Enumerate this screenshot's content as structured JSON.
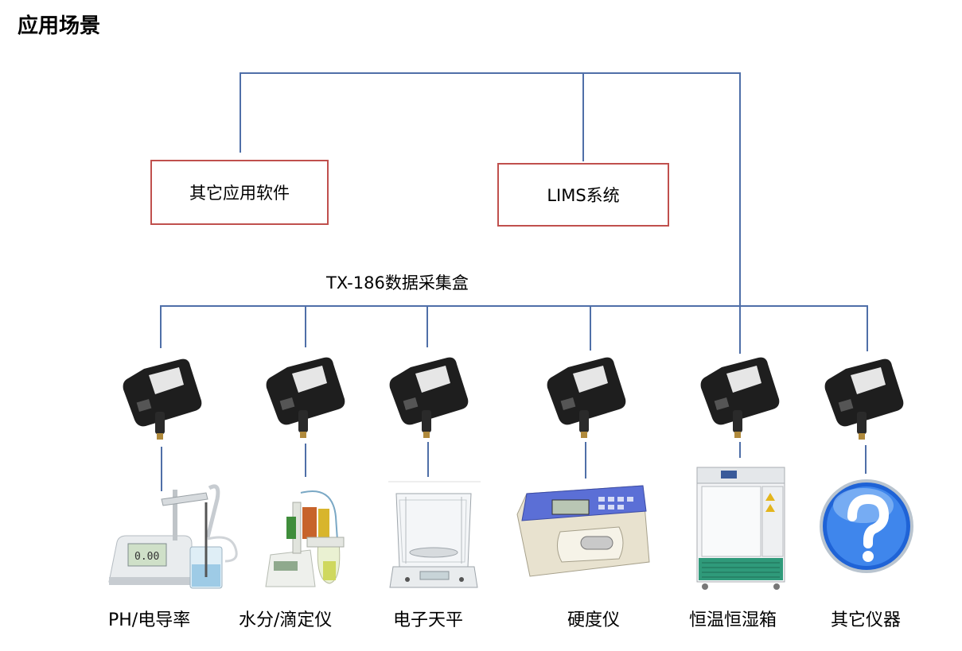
{
  "page": {
    "title": "应用场景"
  },
  "software": [
    {
      "label": "其它应用软件"
    },
    {
      "label": "LIMS系统"
    }
  ],
  "bus": {
    "label": "TX-186数据采集盒"
  },
  "instruments": [
    {
      "label": "PH/电导率",
      "icon": "ph-meter-icon"
    },
    {
      "label": "水分/滴定仪",
      "icon": "titrator-icon"
    },
    {
      "label": "电子天平",
      "icon": "balance-icon"
    },
    {
      "label": "硬度仪",
      "icon": "hardness-tester-icon"
    },
    {
      "label": "恒温恒湿箱",
      "icon": "incubator-icon"
    },
    {
      "label": "其它仪器",
      "icon": "question-mark-icon"
    }
  ],
  "colors": {
    "wire": "#4f6fa8",
    "box_border": "#c0504d",
    "device_body": "#1e1e1e"
  }
}
